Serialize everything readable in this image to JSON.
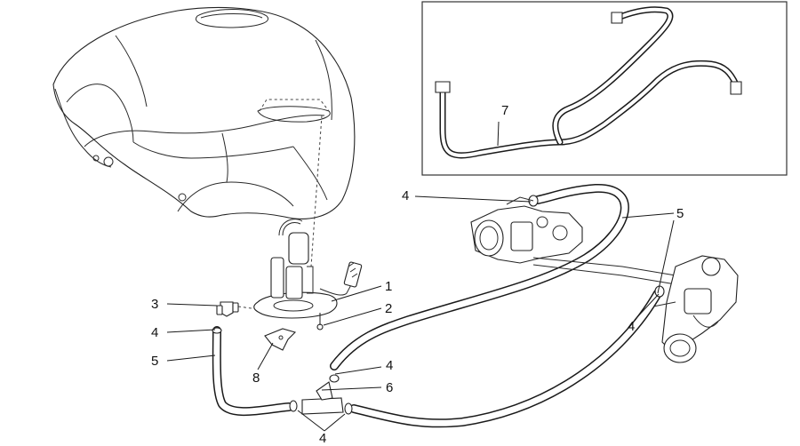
{
  "labels": {
    "p1": "1",
    "p2": "2",
    "p3": "3",
    "p4a": "4",
    "p5a": "5",
    "p8": "8",
    "p4b": "4",
    "p6": "6",
    "p4c": "4",
    "p4d": "4",
    "p5b": "5",
    "p4e": "4",
    "p7": "7"
  }
}
